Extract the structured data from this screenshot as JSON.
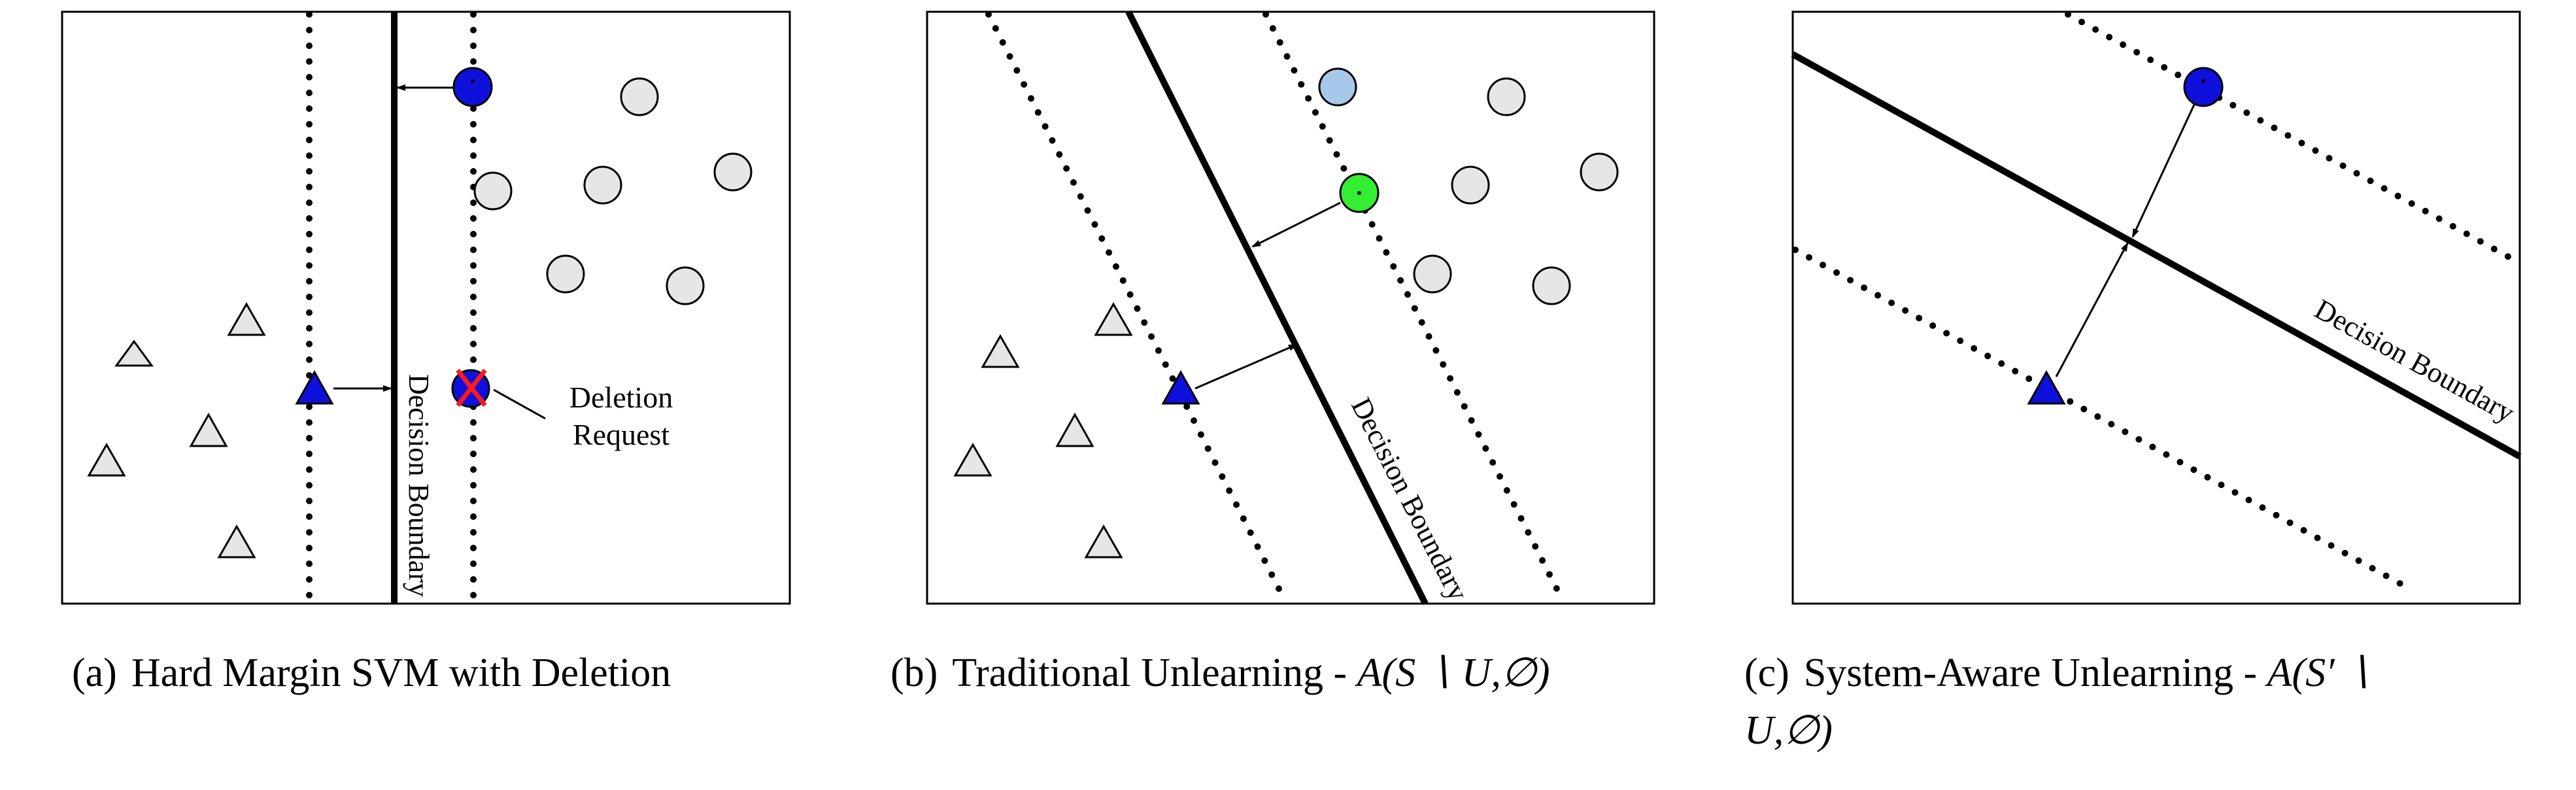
{
  "panels": [
    {
      "id": "a",
      "caption_label": "(a)",
      "caption_text": "Hard Margin SVM with Deletion",
      "boundary_label": "Decision Boundary",
      "annotation_line1": "Deletion",
      "annotation_line2": "Request"
    },
    {
      "id": "b",
      "caption_label": "(b)",
      "caption_text": "Traditional Unlearning - ",
      "caption_math": "A(S ∖ U,∅)",
      "boundary_label": "Decision Boundary"
    },
    {
      "id": "c",
      "caption_label": "(c)",
      "caption_text": "System-Aware Unlearning - ",
      "caption_math_line1": "A(S′ ∖",
      "caption_math_line2": "U,∅)",
      "boundary_label": "Decision Boundary"
    }
  ],
  "colors": {
    "support_vector": "#1010dd",
    "new_support_vector": "#33ee33",
    "removed_point": "#a8c8ea",
    "deletion_mark": "#ff1a1a",
    "gray_point": "#e6e6e6",
    "line": "#000000"
  }
}
